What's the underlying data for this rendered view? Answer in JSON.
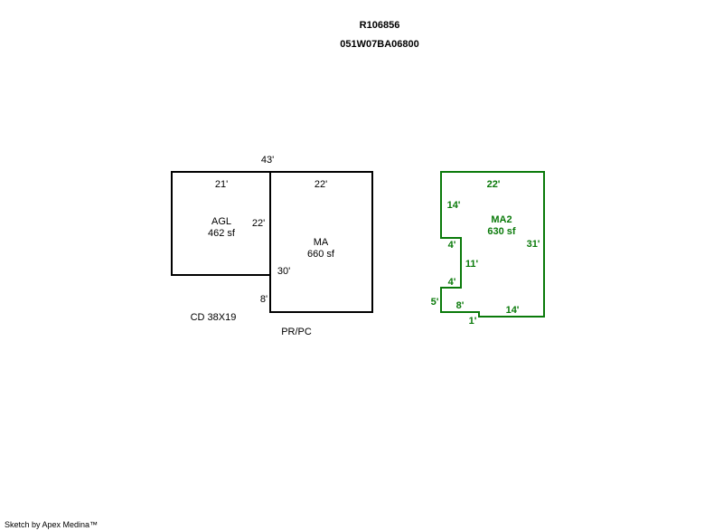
{
  "header": {
    "parcel_id": "R106856",
    "map_number": "051W07BA06800"
  },
  "areas": [
    {
      "code": "AGL",
      "area": "462 sf",
      "dims": {
        "top": "21'",
        "right": "22'"
      }
    },
    {
      "code": "MA",
      "area": "660 sf",
      "dims": {
        "top": "22'",
        "left": "30'"
      }
    },
    {
      "code": "MA2",
      "area": "630 sf",
      "dims": [
        "22'",
        "14'",
        "4'",
        "11'",
        "4'",
        "5'",
        "8'",
        "1'",
        "14'",
        "31'"
      ]
    }
  ],
  "extra_dims": {
    "overall_top": "43'",
    "left_lower": "8'"
  },
  "notes": {
    "cd": "CD 38X19",
    "pr": "PR/PC"
  },
  "footer": "Sketch by Apex Medina™",
  "colors": {
    "line": "#000000",
    "ma2": "#0a7a0a"
  }
}
